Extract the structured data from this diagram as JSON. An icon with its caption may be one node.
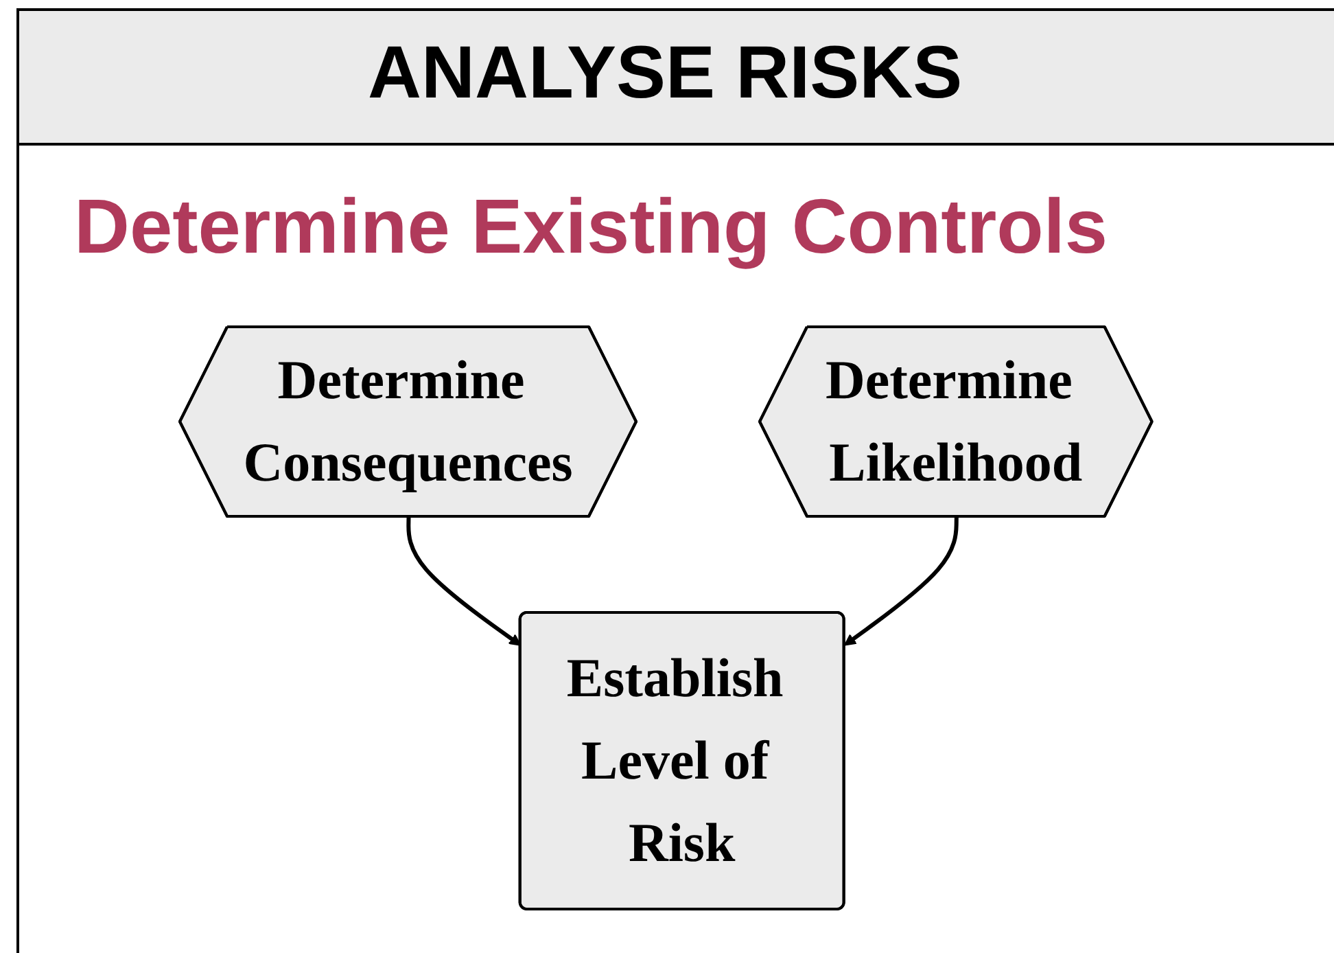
{
  "diagram": {
    "title": "ANALYSE RISKS",
    "nodes": [
      {
        "text": [
          "Determine Consequences"
        ]
      },
      {
        "text": [
          "Determine Likelihood"
        ]
      },
      {
        "text": [
          "Establish Level of Risk"
        ]
      }
    ],
    "edges": [
      {
        "from": 0,
        "to": 2,
        "arrow": "to"
      },
      {
        "from": 1,
        "to": 2,
        "arrow": "to"
      }
    ],
    "labels": [
      "Determine Existing Controls"
    ]
  }
}
